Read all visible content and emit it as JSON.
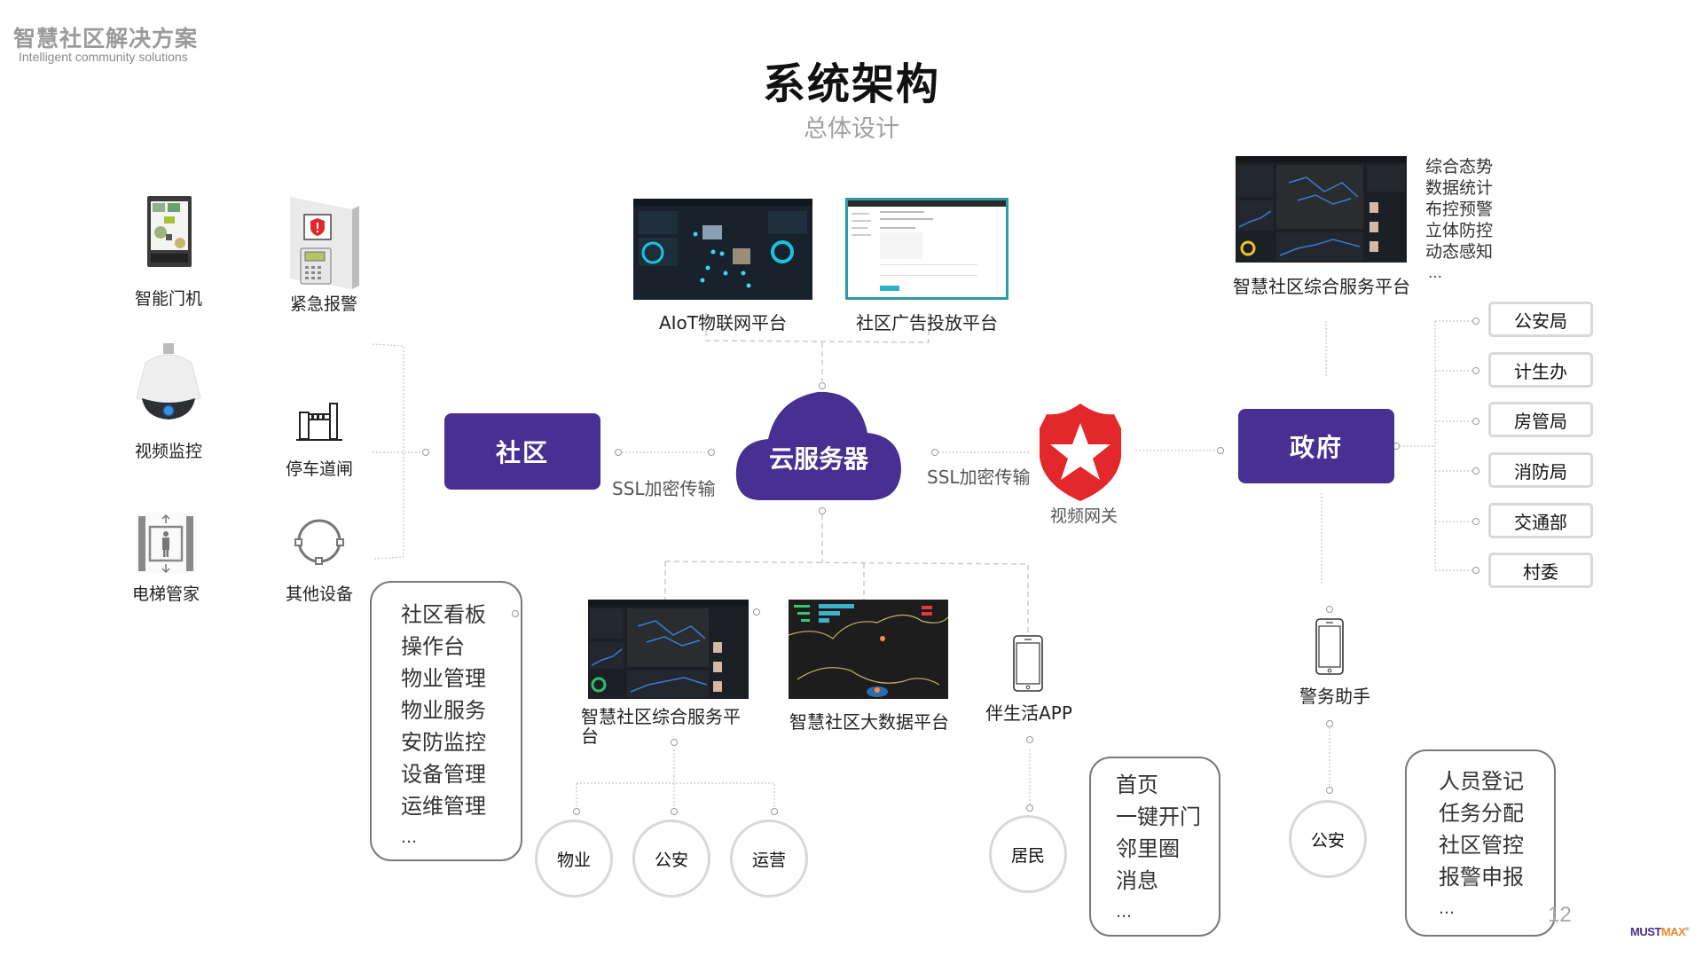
{
  "header": {
    "brand_cn": "智慧社区解决方案",
    "brand_en": "Intelligent community solutions",
    "title": "系统架构",
    "subtitle": "总体设计"
  },
  "devices": [
    {
      "label": "智能门机",
      "icon": "smart-door-terminal-icon"
    },
    {
      "label": "紧急报警",
      "icon": "emergency-alarm-icon"
    },
    {
      "label": "视频监控",
      "icon": "dome-camera-icon"
    },
    {
      "label": "停车道闸",
      "icon": "parking-barrier-icon"
    },
    {
      "label": "电梯管家",
      "icon": "elevator-icon"
    },
    {
      "label": "其他设备",
      "icon": "other-device-icon"
    }
  ],
  "nodes": {
    "community": "社区",
    "cloud": "云服务器",
    "gateway": "视频网关",
    "government": "政府",
    "ssl_left": "SSL加密传输",
    "ssl_right": "SSL加密传输"
  },
  "top_platforms": [
    {
      "label": "AIoT物联网平台"
    },
    {
      "label": "社区广告投放平台"
    }
  ],
  "gov_platform": {
    "label": "智慧社区综合服务平台",
    "features": [
      "综合态势",
      "数据统计",
      "布控预警",
      "立体防控",
      "动态感知"
    ],
    "more": "…"
  },
  "departments": [
    "公安局",
    "计生办",
    "房管局",
    "消防局",
    "交通部",
    "村委"
  ],
  "community_features": {
    "items": [
      "社区看板",
      "操作台",
      "物业管理",
      "物业服务",
      "安防监控",
      "设备管理",
      "运维管理"
    ],
    "more": "…"
  },
  "bottom_platforms": [
    {
      "label": "智慧社区综合服务平台"
    },
    {
      "label": "智慧社区大数据平台"
    },
    {
      "label": "伴生活APP"
    }
  ],
  "platform_roles": [
    "物业",
    "公安",
    "运营"
  ],
  "app": {
    "role": "居民",
    "menu": [
      "首页",
      "一键开门",
      "邻里圈",
      "消息"
    ],
    "more": "…"
  },
  "police_app": {
    "label": "警务助手",
    "role": "公安",
    "menu": [
      "人员登记",
      "任务分配",
      "社区管控",
      "报警申报"
    ],
    "more": "…"
  },
  "footer": {
    "page_number": "12",
    "logo_part1": "MUST",
    "logo_part2": "MAX",
    "logo_mark": "®"
  },
  "colors": {
    "primary": "#482f92",
    "shield": "#e2282a",
    "logo_orange": "#f08a24"
  }
}
